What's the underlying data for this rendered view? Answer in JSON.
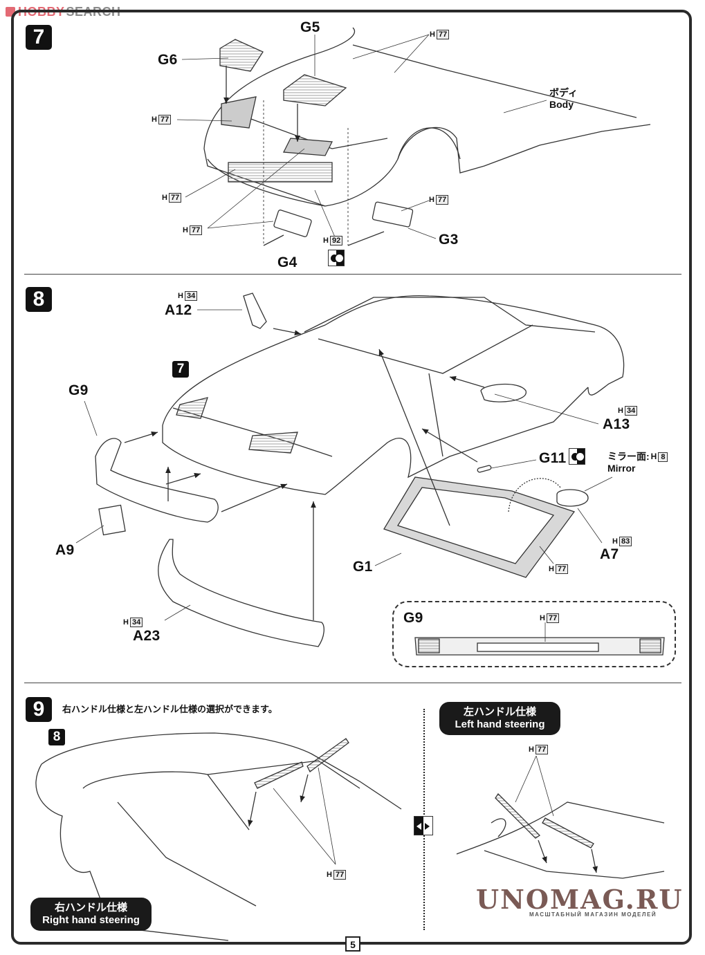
{
  "header": {
    "brand_logo_left": "HOBBY",
    "brand_logo_right": "SEARCH",
    "brand_color": "#e36a74",
    "brand_gray": "#8a8a8a"
  },
  "steps": [
    {
      "number": "7",
      "parts": [
        {
          "id": "G5"
        },
        {
          "id": "G6"
        },
        {
          "id": "G4"
        },
        {
          "id": "G3"
        }
      ],
      "paints": [
        {
          "prefix": "H",
          "code": "77",
          "target": "hood-vents"
        },
        {
          "prefix": "H",
          "code": "77",
          "target": "hood-vent-left"
        },
        {
          "prefix": "H",
          "code": "77",
          "target": "grille"
        },
        {
          "prefix": "H",
          "code": "77",
          "target": "g4-lens"
        },
        {
          "prefix": "H",
          "code": "77",
          "target": "g3-lens"
        },
        {
          "prefix": "H",
          "code": "92",
          "target": "headlight"
        }
      ],
      "body_label_jp": "ボディ",
      "body_label_en": "Body",
      "symbol": "left-right-pair"
    },
    {
      "number": "8",
      "ref_step": "7",
      "parts": [
        {
          "id": "A12",
          "paint_prefix": "H",
          "paint_code": "34"
        },
        {
          "id": "A13",
          "paint_prefix": "H",
          "paint_code": "34"
        },
        {
          "id": "G9"
        },
        {
          "id": "A9"
        },
        {
          "id": "A23",
          "paint_prefix": "H",
          "paint_code": "34"
        },
        {
          "id": "G11"
        },
        {
          "id": "G1"
        },
        {
          "id": "A7",
          "paint_prefix": "H",
          "paint_code": "83"
        }
      ],
      "g1_paint": {
        "prefix": "H",
        "code": "77"
      },
      "mirror_label_jp": "ミラー面:",
      "mirror_paint": {
        "prefix": "H",
        "code": "8"
      },
      "mirror_label_en": "Mirror",
      "detail_box": {
        "title": "G9",
        "paint": {
          "prefix": "H",
          "code": "77"
        }
      }
    },
    {
      "number": "9",
      "ref_step": "8",
      "instruction": "右ハンドル仕様と左ハンドル仕様の選択ができます。",
      "right_hand": {
        "jp": "右ハンドル仕様",
        "en": "Right hand steering",
        "paint": {
          "prefix": "H",
          "code": "77"
        }
      },
      "left_hand": {
        "jp": "左ハンドル仕様",
        "en": "Left hand steering",
        "paint": {
          "prefix": "H",
          "code": "77"
        }
      },
      "symbol": "choose-either"
    }
  ],
  "footer": {
    "page_number": "5"
  },
  "watermark": {
    "title": "UNOMAG.RU",
    "subtitle": "МАСШТАБНЫЙ МАГАЗИН МОДЕЛЕЙ"
  }
}
